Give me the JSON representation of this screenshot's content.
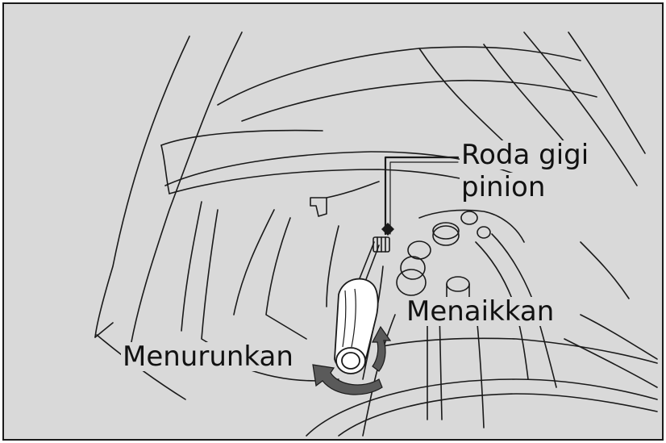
{
  "labels": {
    "pinion_gear_line1": "Roda gigi",
    "pinion_gear_line2": "pinion",
    "raise": "Menaikkan",
    "lower": "Menurunkan"
  },
  "colors": {
    "background": "#d9d9d9",
    "line_art": "#1a1a1a",
    "arrow_fill": "#5a5a5a"
  }
}
